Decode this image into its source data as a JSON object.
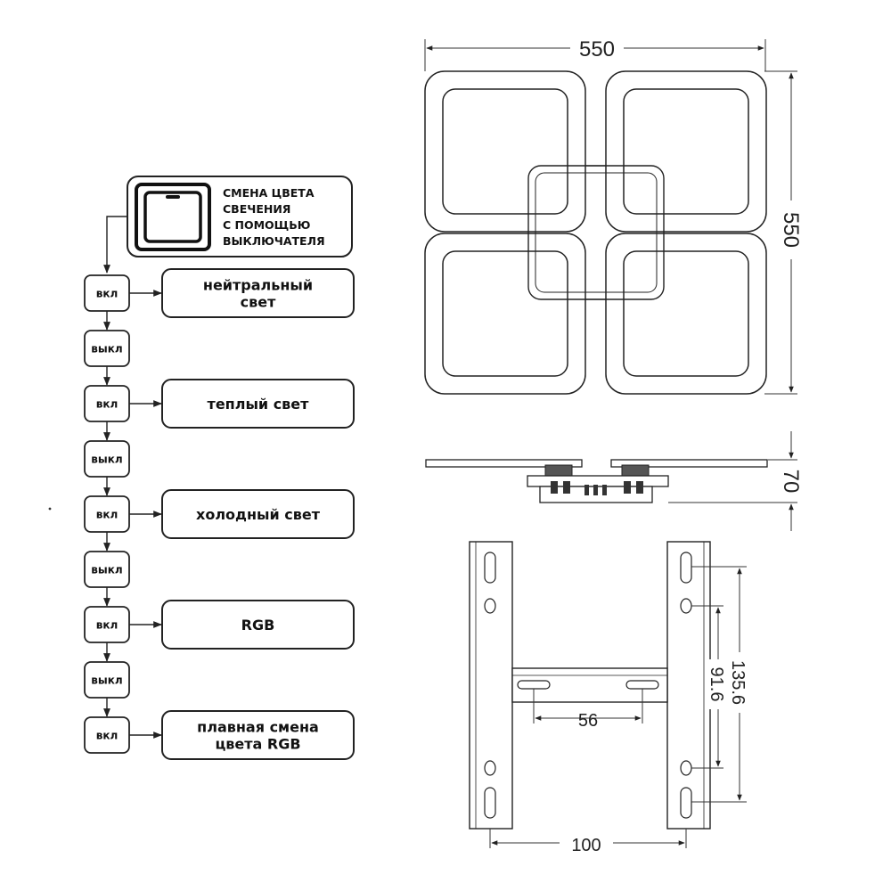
{
  "switch_caption": [
    "СМЕНА ЦВЕТА",
    "СВЕЧЕНИЯ",
    "С ПОМОЩЬЮ",
    "ВЫКЛЮЧАТЕЛЯ"
  ],
  "steps": [
    {
      "state": "вкл",
      "mode": [
        "нейтральный",
        "свет"
      ]
    },
    {
      "state": "выкл"
    },
    {
      "state": "вкл",
      "mode": [
        "теплый свет"
      ]
    },
    {
      "state": "выкл"
    },
    {
      "state": "вкл",
      "mode": [
        "холодный свет"
      ]
    },
    {
      "state": "выкл"
    },
    {
      "state": "вкл",
      "mode": [
        "RGB"
      ]
    },
    {
      "state": "выкл"
    },
    {
      "state": "вкл",
      "mode": [
        "плавная смена",
        "цвета RGB"
      ]
    }
  ],
  "dimensions": {
    "width": "550",
    "depth": "550",
    "height": "70",
    "bracket_hole_spacing": "56",
    "bracket_width": "100",
    "bracket_outer_slots": "135.6",
    "bracket_inner_holes": "91.6"
  },
  "colors": {
    "stroke": "#222222",
    "background": "#ffffff"
  }
}
